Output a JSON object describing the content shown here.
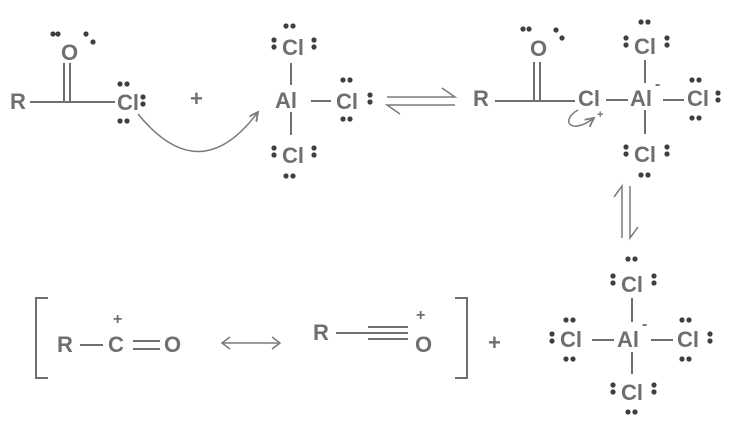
{
  "colors": {
    "ink": "#6f6f6f",
    "electron": "#3f3f3f"
  },
  "acyl_chloride": {
    "r": "R",
    "o": "O",
    "cl": "Cl"
  },
  "plus_top": "+",
  "alcl3": {
    "al": "Al",
    "cl_top": "Cl",
    "cl_right": "Cl",
    "cl_bottom": "Cl"
  },
  "complex": {
    "r": "R",
    "o": "O",
    "cl_bridge": "Cl",
    "al": "Al",
    "al_charge": "-",
    "cl_top": "Cl",
    "cl_right": "Cl",
    "cl_bottom": "Cl",
    "cl_charge": "+"
  },
  "acylium": {
    "form1": {
      "r": "R",
      "c": "C",
      "o": "O",
      "charge": "+"
    },
    "form2": {
      "r": "R",
      "o": "O",
      "charge": "+"
    }
  },
  "plus_bottom": "+",
  "alcl4": {
    "al": "Al",
    "charge": "-",
    "cl_top": "Cl",
    "cl_left": "Cl",
    "cl_right": "Cl",
    "cl_bottom": "Cl"
  },
  "arrow_icons": [
    "equilibrium-arrow-icon",
    "vertical-equilibrium-arrow-icon",
    "resonance-arrow-icon",
    "curved-arrow-icon"
  ]
}
